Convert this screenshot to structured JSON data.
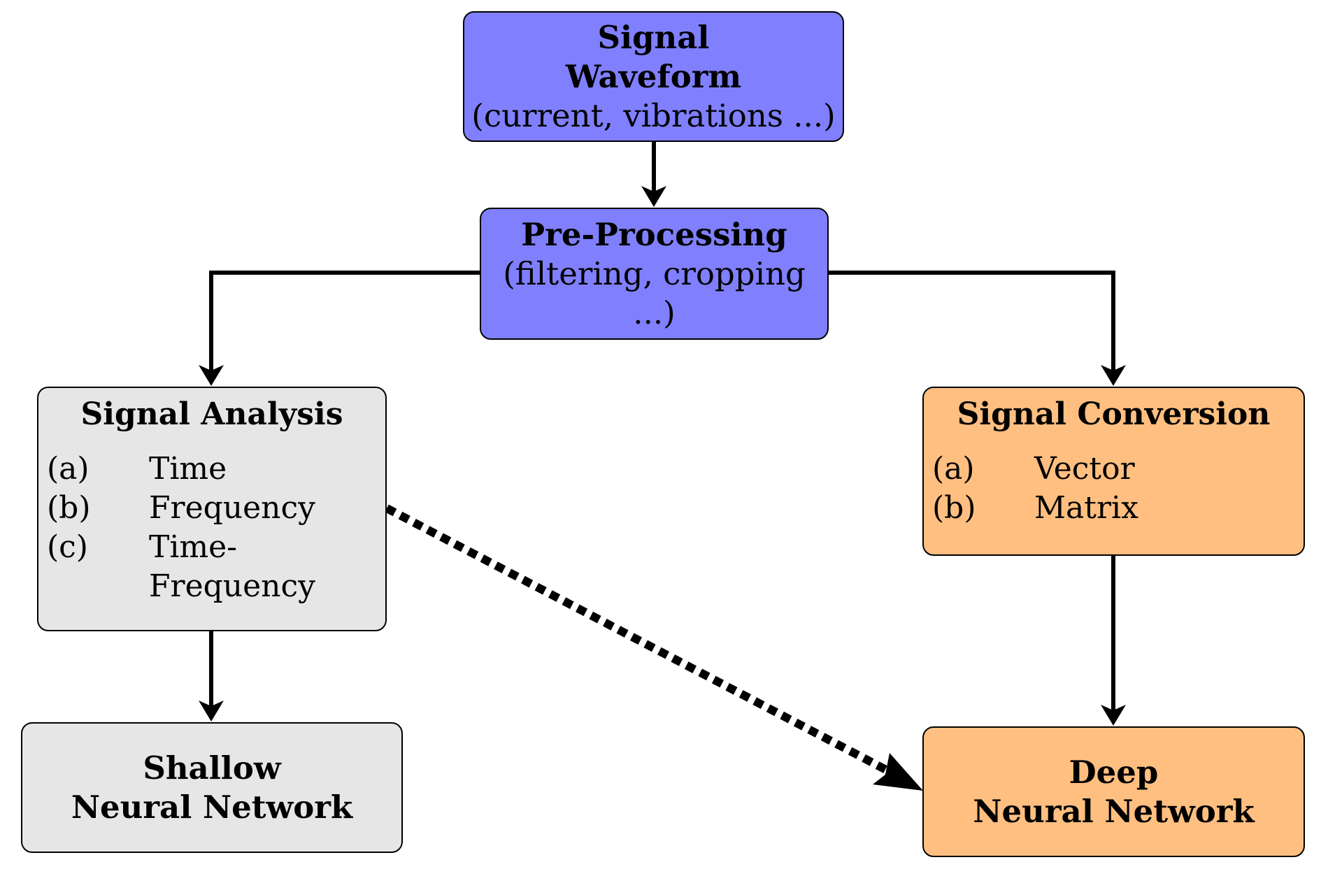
{
  "nodes": {
    "signal_waveform": {
      "title_line1": "Signal",
      "title_line2": "Waveform",
      "subtitle": "(current, vibrations ...)"
    },
    "pre_processing": {
      "title": "Pre-Processing",
      "subtitle": "(filtering, cropping ...)"
    },
    "signal_analysis": {
      "title": "Signal Analysis",
      "items": [
        {
          "marker": "(a)",
          "text": "Time"
        },
        {
          "marker": "(b)",
          "text": "Frequency"
        },
        {
          "marker": "(c)",
          "text": "Time-"
        },
        {
          "marker": "",
          "text": "Frequency"
        }
      ]
    },
    "signal_conversion": {
      "title": "Signal Conversion",
      "items": [
        {
          "marker": "(a)",
          "text": "Vector"
        },
        {
          "marker": "(b)",
          "text": "Matrix"
        }
      ]
    },
    "shallow_nn": {
      "title_line1": "Shallow",
      "title_line2": "Neural Network"
    },
    "deep_nn": {
      "title_line1": "Deep",
      "title_line2": "Neural Network"
    }
  },
  "colors": {
    "stage_blue": "#8080ff",
    "analysis_gray": "#e6e6e6",
    "conversion_orange": "#ffbf80",
    "stroke": "#000000"
  }
}
